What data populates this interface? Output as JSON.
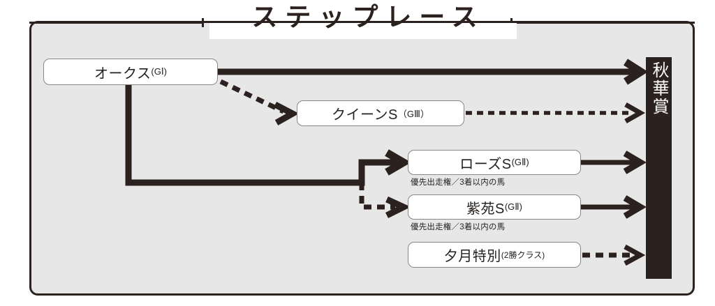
{
  "title": "ステップレース",
  "panel": {
    "background_color": "#e7e7e7",
    "border_color": "#2b211e"
  },
  "goal": {
    "label": "秋華賞",
    "background_color": "#2b211e",
    "text_color": "#ffffff"
  },
  "boxes": [
    {
      "name": "オークス",
      "grade": "(GⅠ)"
    },
    {
      "name": "クイーンS",
      "grade": "（GⅢ）"
    },
    {
      "name": "ローズS",
      "grade": "(GⅡ)"
    },
    {
      "name": "紫苑S",
      "grade": "(GⅡ)"
    },
    {
      "name": "夕月特別",
      "grade": "(2勝クラス)"
    }
  ],
  "captions": {
    "rose": "優先出走権／3着以内の馬",
    "shien": "優先出走権／3着以内の馬"
  },
  "connectors": [
    {
      "from": "オークス",
      "to": "秋華賞",
      "style": "solid"
    },
    {
      "from": "オークス",
      "to": "クイーンS",
      "style": "dashed"
    },
    {
      "from": "クイーンS",
      "to": "秋華賞",
      "style": "dashed"
    },
    {
      "from": "オークス",
      "to": "ローズS",
      "style": "solid"
    },
    {
      "from": "オークス",
      "to": "紫苑S",
      "style": "dashed"
    },
    {
      "from": "ローズS",
      "to": "秋華賞",
      "style": "solid"
    },
    {
      "from": "紫苑S",
      "to": "秋華賞",
      "style": "solid"
    },
    {
      "from": "夕月特別",
      "to": "秋華賞",
      "style": "dashed"
    }
  ]
}
